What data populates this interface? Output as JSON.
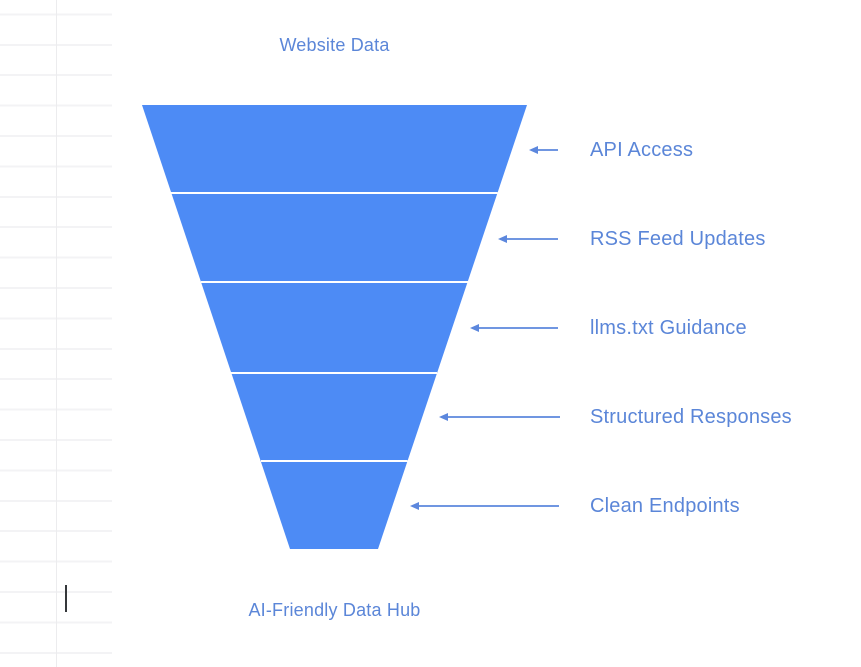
{
  "colors": {
    "funnel_fill": "#4d8bf5",
    "divider": "#ffffff",
    "arrow": "#5c87dd",
    "label_text": "#5b86d8",
    "ruled_line": "#f3f3f5",
    "caret": "#35383b"
  },
  "funnel": {
    "top_label": "Website Data",
    "bottom_label": "AI-Friendly Data Hub",
    "stages": [
      {
        "label": "API Access",
        "connector": "left-arrow"
      },
      {
        "label": "RSS Feed Updates",
        "connector": "left-arrow"
      },
      {
        "label": "llms.txt Guidance",
        "connector": "left-arrow"
      },
      {
        "label": "Structured Responses",
        "connector": "left-arrow"
      },
      {
        "label": "Clean Endpoints",
        "connector": "left-arrow"
      }
    ]
  }
}
